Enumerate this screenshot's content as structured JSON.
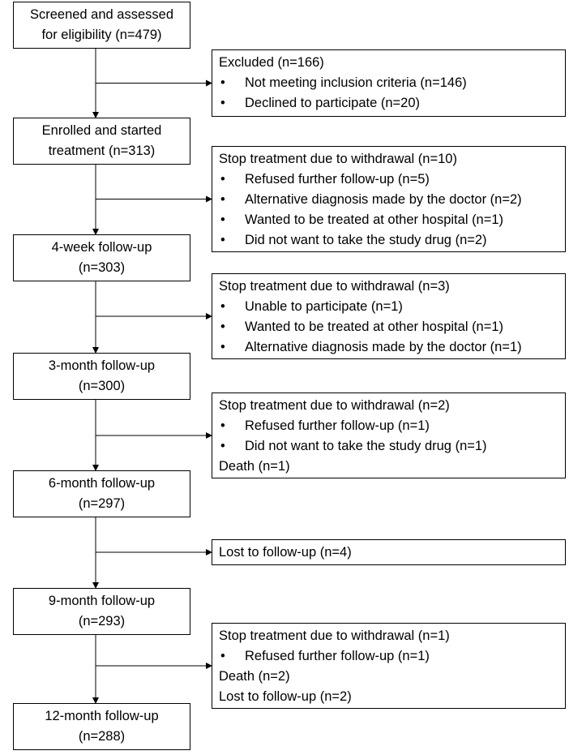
{
  "main_boxes": [
    {
      "lines": [
        "Screened and assessed",
        "for eligibility (n=479)"
      ]
    },
    {
      "lines": [
        "Enrolled and started",
        "treatment (n=313)"
      ]
    },
    {
      "lines": [
        "4-week follow-up",
        "(n=303)"
      ]
    },
    {
      "lines": [
        "3-month follow-up",
        "(n=300)"
      ]
    },
    {
      "lines": [
        "6-month follow-up",
        "(n=297)"
      ]
    },
    {
      "lines": [
        "9-month follow-up",
        "(n=293)"
      ]
    },
    {
      "lines": [
        "12-month follow-up",
        "(n=288)"
      ]
    }
  ],
  "side_boxes": [
    {
      "lines": [
        {
          "text": "Excluded (n=166)",
          "bullet": false
        },
        {
          "text": "Not meeting inclusion criteria (n=146)",
          "bullet": true
        },
        {
          "text": "Declined to participate (n=20)",
          "bullet": true
        }
      ]
    },
    {
      "lines": [
        {
          "text": "Stop treatment due to withdrawal (n=10)",
          "bullet": false
        },
        {
          "text": "Refused further follow-up (n=5)",
          "bullet": true
        },
        {
          "text": "Alternative diagnosis made by the doctor (n=2)",
          "bullet": true
        },
        {
          "text": "Wanted to be treated at other hospital (n=1)",
          "bullet": true
        },
        {
          "text": "Did not want to take the study drug (n=2)",
          "bullet": true
        }
      ]
    },
    {
      "lines": [
        {
          "text": "Stop treatment due to withdrawal (n=3)",
          "bullet": false
        },
        {
          "text": "Unable to participate (n=1)",
          "bullet": true
        },
        {
          "text": "Wanted to be treated at other hospital (n=1)",
          "bullet": true
        },
        {
          "text": "Alternative diagnosis made by the doctor (n=1)",
          "bullet": true
        }
      ]
    },
    {
      "lines": [
        {
          "text": "Stop treatment due to withdrawal (n=2)",
          "bullet": false
        },
        {
          "text": "Refused further follow-up (n=1)",
          "bullet": true
        },
        {
          "text": "Did not want to take the study drug (n=1)",
          "bullet": true
        },
        {
          "text": "Death (n=1)",
          "bullet": false
        }
      ]
    },
    {
      "lines": [
        {
          "text": "Lost to follow-up (n=4)",
          "bullet": false
        }
      ]
    },
    {
      "lines": [
        {
          "text": "Stop treatment due to withdrawal (n=1)",
          "bullet": false
        },
        {
          "text": "Refused further follow-up (n=1)",
          "bullet": true
        },
        {
          "text": "Death (n=2)",
          "bullet": false
        },
        {
          "text": "Lost to follow-up (n=2)",
          "bullet": false
        }
      ]
    }
  ]
}
